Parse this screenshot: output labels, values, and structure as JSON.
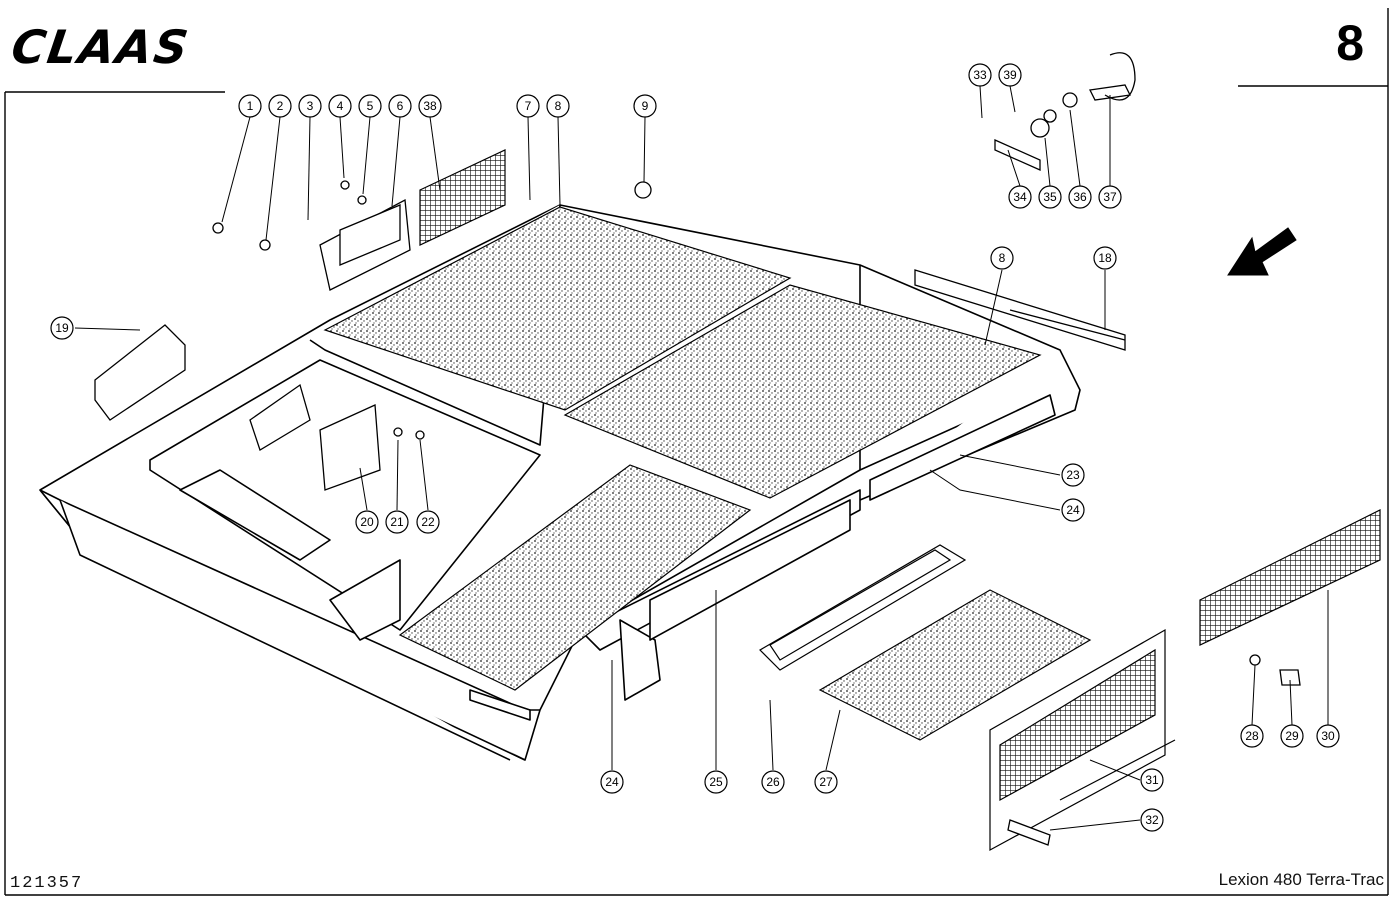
{
  "header": {
    "brand_logo_text": "CLAAS",
    "page_number": "8"
  },
  "footer": {
    "drawing_number": "121357",
    "model": "Lexion 480 Terra-Trac"
  },
  "callouts": [
    {
      "label": "1"
    },
    {
      "label": "2"
    },
    {
      "label": "3"
    },
    {
      "label": "4"
    },
    {
      "label": "5"
    },
    {
      "label": "6"
    },
    {
      "label": "38"
    },
    {
      "label": "7"
    },
    {
      "label": "8"
    },
    {
      "label": "9"
    },
    {
      "label": "33"
    },
    {
      "label": "39"
    },
    {
      "label": "34"
    },
    {
      "label": "35"
    },
    {
      "label": "36"
    },
    {
      "label": "37"
    },
    {
      "label": "8"
    },
    {
      "label": "18"
    },
    {
      "label": "19"
    },
    {
      "label": "20"
    },
    {
      "label": "21"
    },
    {
      "label": "22"
    },
    {
      "label": "23"
    },
    {
      "label": "24"
    },
    {
      "label": "24"
    },
    {
      "label": "25"
    },
    {
      "label": "26"
    },
    {
      "label": "27"
    },
    {
      "label": "28"
    },
    {
      "label": "29"
    },
    {
      "label": "30"
    },
    {
      "label": "31"
    },
    {
      "label": "32"
    }
  ]
}
